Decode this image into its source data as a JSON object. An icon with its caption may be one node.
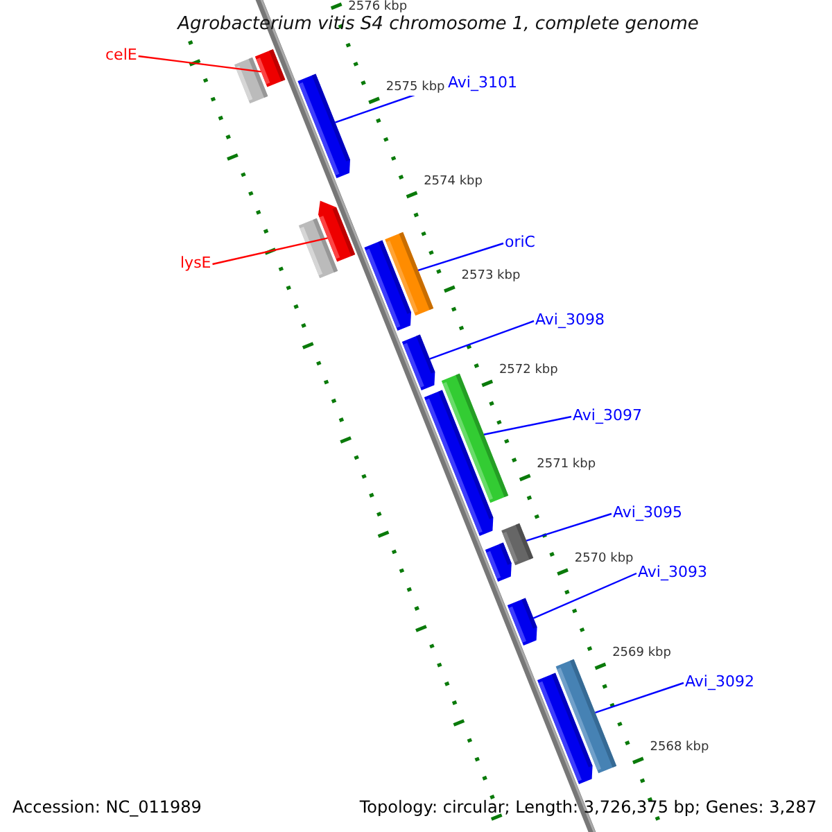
{
  "diagram": {
    "title": "Agrobacterium vitis S4 chromosome 1, complete genome",
    "nodes": [
      {
        "text": [
          "celE"
        ]
      },
      {
        "text": [],
        "shape": "bar"
      },
      {
        "text": [
          "Avi_3101"
        ]
      },
      {
        "text": [],
        "shape": "bar"
      },
      {
        "text": [
          "lysE"
        ]
      },
      {
        "text": [],
        "shape": "bar"
      },
      {
        "text": [
          "oriC"
        ]
      },
      {
        "text": [],
        "shape": "bar"
      },
      {
        "text": [
          "Avi_3098"
        ]
      },
      {
        "text": [],
        "shape": "bar"
      },
      {
        "text": [
          "Avi_3097"
        ]
      },
      {
        "text": [],
        "shape": "bar"
      },
      {
        "text": [
          "Avi_3095"
        ]
      },
      {
        "text": [],
        "shape": "bar"
      },
      {
        "text": [
          "Avi_3093"
        ]
      },
      {
        "text": [],
        "shape": "bar"
      },
      {
        "text": [
          "Avi_3092"
        ]
      },
      {
        "text": [],
        "shape": "bar"
      },
      {
        "text": [],
        "shape": "bar"
      },
      {
        "text": [],
        "shape": "bar"
      },
      {
        "text": [],
        "shape": "bar"
      },
      {
        "text": [],
        "shape": "bar"
      },
      {
        "text": [],
        "shape": "bar"
      },
      {
        "text": [],
        "shape": "bar"
      }
    ],
    "edges": [
      {
        "from": 0,
        "to": 1,
        "arrow": "none",
        "color": "#ff0000"
      },
      {
        "from": 2,
        "to": 3,
        "arrow": "none"
      },
      {
        "from": 4,
        "to": 5,
        "arrow": "none",
        "color": "#ff0000"
      },
      {
        "from": 6,
        "to": 7,
        "arrow": "none"
      },
      {
        "from": 8,
        "to": 9,
        "arrow": "none"
      },
      {
        "from": 10,
        "to": 11,
        "arrow": "none"
      },
      {
        "from": 12,
        "to": 13,
        "arrow": "none"
      },
      {
        "from": 14,
        "to": 15,
        "arrow": "none"
      },
      {
        "from": 16,
        "to": 17,
        "arrow": "none"
      }
    ],
    "labels": [
      "2576 kbp",
      "2575 kbp",
      "2574 kbp",
      "2573 kbp",
      "2572 kbp",
      "2571 kbp",
      "2570 kbp",
      "2569 kbp",
      "2568 kbp",
      "Accession: NC_011989",
      "Topology: circular; Length: 3,726,375 bp; Genes: 3,287"
    ]
  }
}
